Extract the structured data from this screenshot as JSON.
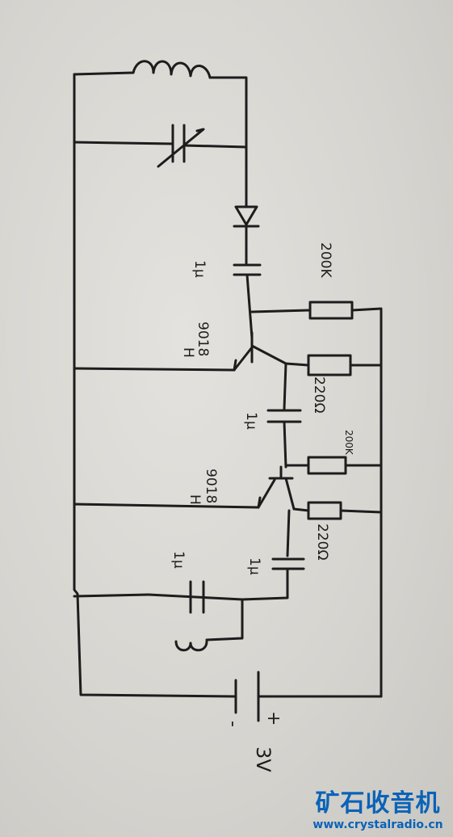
{
  "labels": {
    "r1": "200K",
    "c1": "1μ",
    "q1": "9018",
    "q1_suffix": "H",
    "r2": "220Ω",
    "c2": "1μ",
    "r3": "200K",
    "q2": "9018",
    "q2_suffix": "H",
    "r4": "220Ω",
    "c3": "1μ",
    "c4": "1μ",
    "battery_plus": "+",
    "battery_minus": "-",
    "voltage": "3V"
  },
  "watermark": {
    "title": "矿石收音机",
    "url": "www.crystalradio.cn"
  },
  "colors": {
    "ink": "#1d1d1d",
    "paper": "#dcdad5",
    "watermark": "#0a63b8"
  }
}
